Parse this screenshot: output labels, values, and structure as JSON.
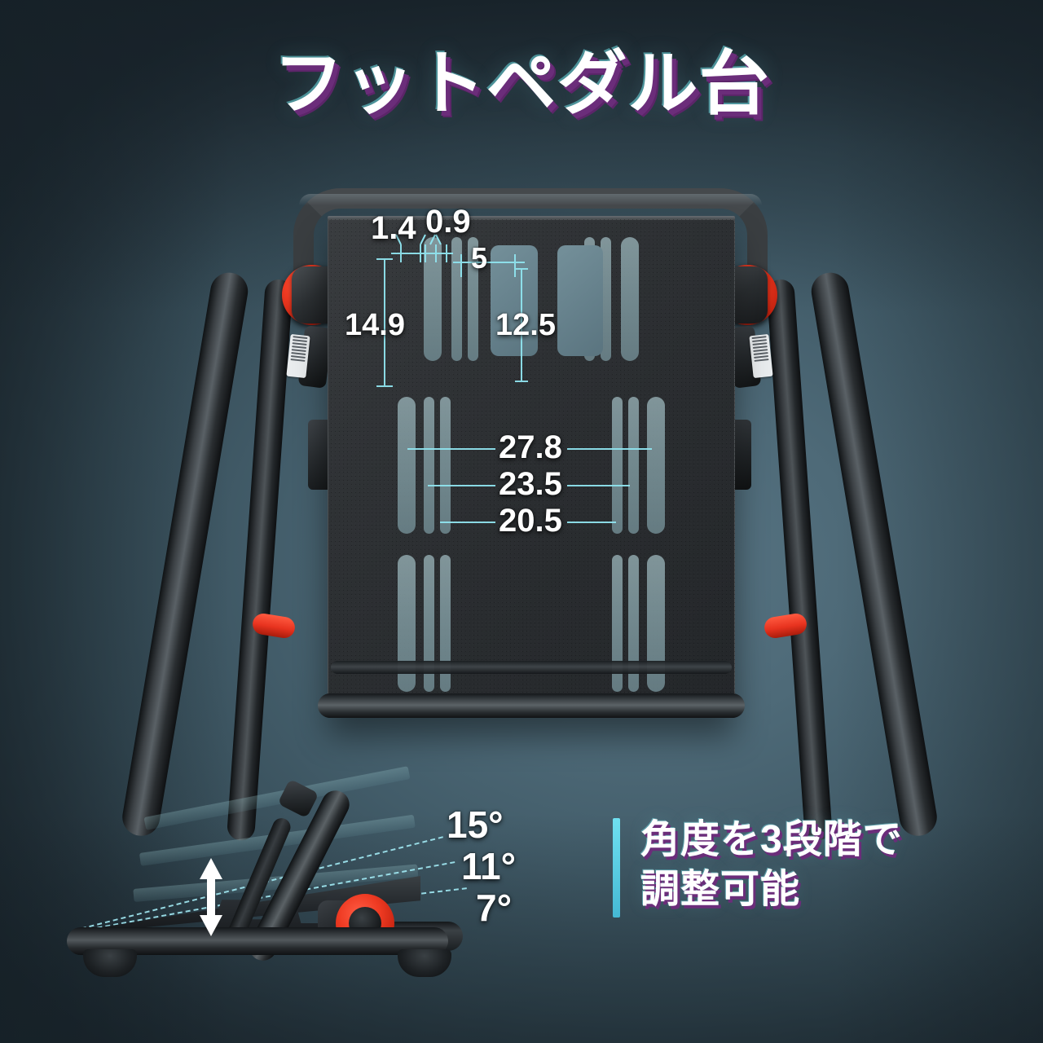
{
  "title": "フットペダル台",
  "dimensions": {
    "unit_note": "",
    "slot_width_wide": "1.4",
    "slot_width_narrow": "0.9",
    "cutout_width": "5",
    "slot_height": "14.9",
    "cutout_height": "12.5",
    "board_width_outer": "27.8",
    "board_width_mid": "23.5",
    "board_width_inner": "20.5"
  },
  "angles": {
    "high": "15°",
    "mid": "11°",
    "low": "7°"
  },
  "caption": {
    "line1": "角度を3段階で",
    "line2": "調整可能"
  },
  "colors": {
    "accent_cyan": "#6fe0f0",
    "accent_purple": "#6b2d7a",
    "knob_red": "#e8331f",
    "dim_line": "#8fe3ee",
    "bg_dark": "#1e2b33",
    "bg_light": "#577483",
    "board_dark": "#2a2d30",
    "slot_fill": "#7e979d"
  },
  "icons": {
    "up_down_arrow": "up-down-arrow-icon"
  }
}
